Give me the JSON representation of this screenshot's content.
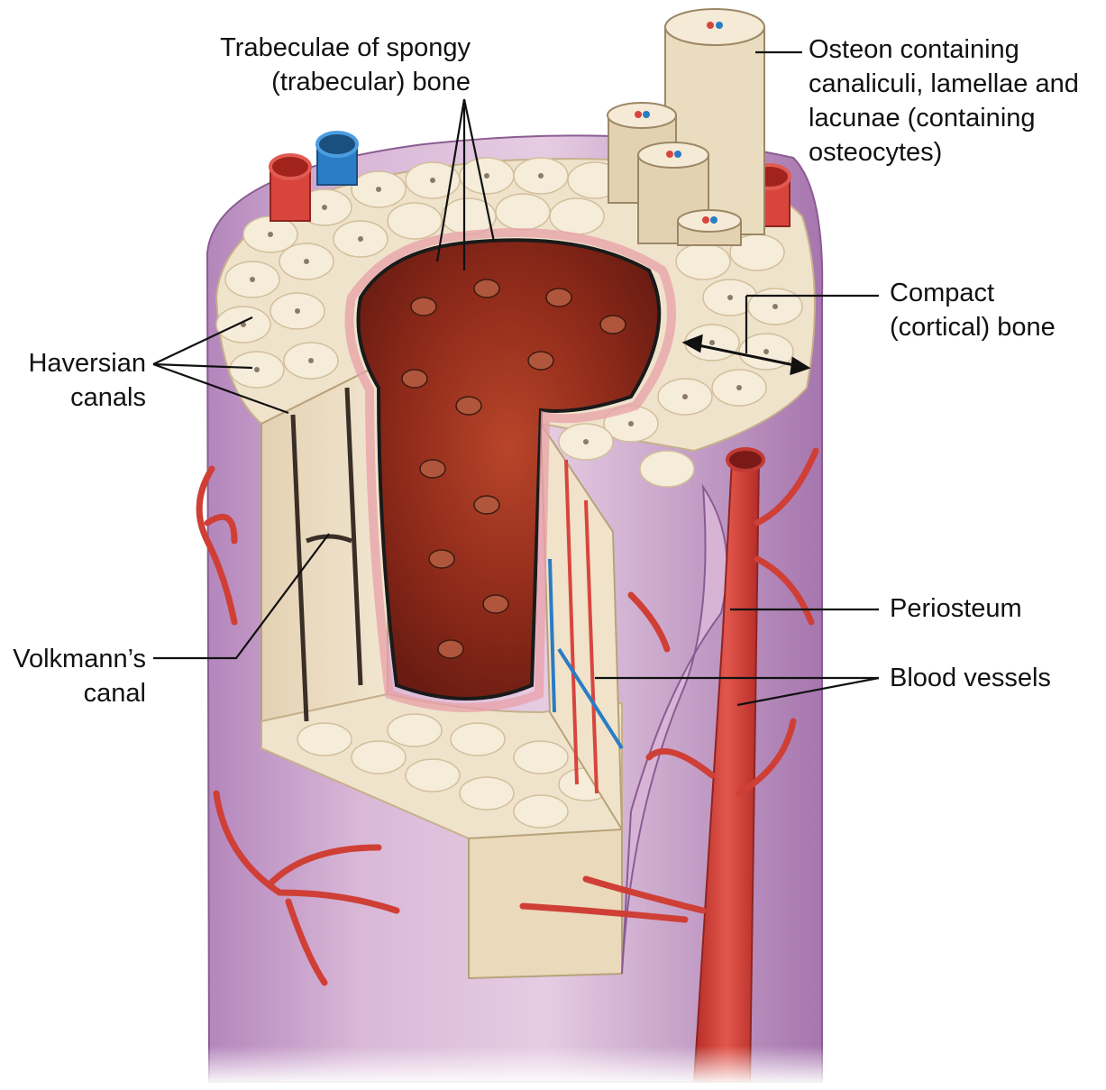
{
  "labels": {
    "trabeculae_line1": "Trabeculae of spongy",
    "trabeculae_line2": "(trabecular) bone",
    "osteon_line1": "Osteon containing",
    "osteon_line2": "canaliculi, lamellae and",
    "osteon_line3": "lacunae (containing",
    "osteon_line4": "osteocytes)",
    "compact_line1": "Compact",
    "compact_line2": "(cortical) bone",
    "haversian_line1": "Haversian",
    "haversian_line2": "canals",
    "volkmann_line1": "Volkmann’s",
    "volkmann_line2": "canal",
    "periosteum": "Periosteum",
    "blood_vessels": "Blood vessels"
  },
  "colors": {
    "periosteum": "#c8a0c8",
    "periosteum_dark": "#a878b0",
    "compact_bone": "#efe3cc",
    "compact_bone_shade": "#d9c6a4",
    "marrow": "#8e2a1a",
    "trabecular_pink": "#e8a0a8",
    "artery": "#d8453c",
    "vein": "#2a7cc4",
    "leader": "#111111"
  }
}
